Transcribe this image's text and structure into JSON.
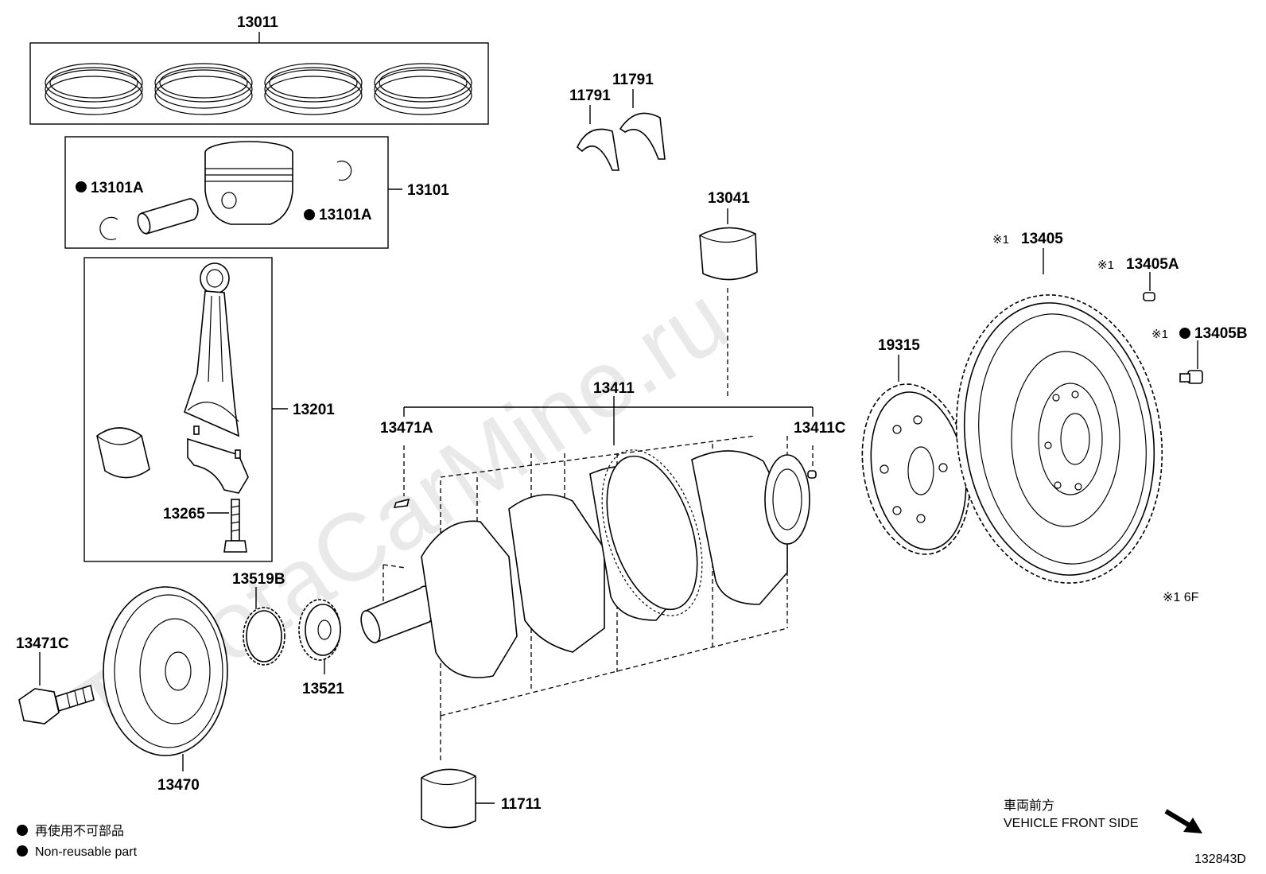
{
  "diagram_id": "132843D",
  "watermark": "ToyotaCarMine.ru",
  "labels": {
    "p13011": "13011",
    "p13101": "13101",
    "p13101a_left": "13101A",
    "p13101a_right": "13101A",
    "p13201": "13201",
    "p13265": "13265",
    "p11791_a": "11791",
    "p11791_b": "11791",
    "p13041": "13041",
    "p13411": "13411",
    "p13471a": "13471A",
    "p13411c": "13411C",
    "p19315": "19315",
    "p13405": "13405",
    "p13405a": "13405A",
    "p13405b": "13405B",
    "p13519b": "13519B",
    "p13521": "13521",
    "p13471c": "13471C",
    "p13470": "13470",
    "p11711": "11711"
  },
  "marks": {
    "ref_mark": "※1",
    "note": "※1  6F"
  },
  "legend": {
    "jp": "再使用不可部品",
    "en": "Non-reusable part"
  },
  "direction": {
    "jp": "車両前方",
    "en": "VEHICLE FRONT SIDE"
  }
}
